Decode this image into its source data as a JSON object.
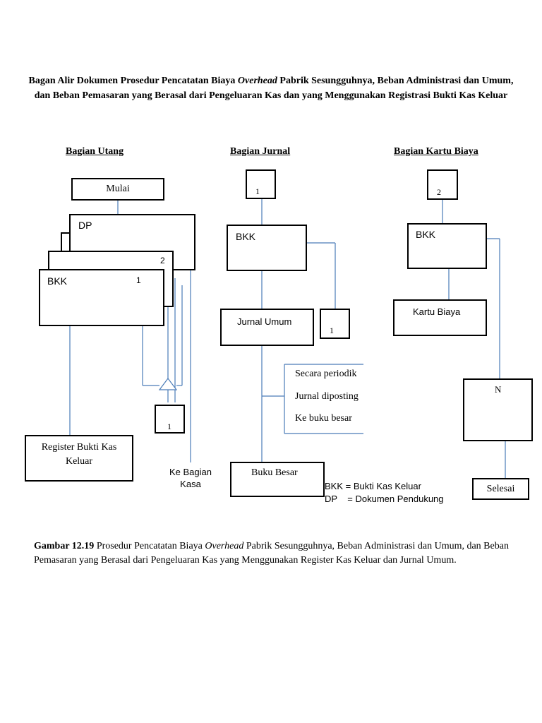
{
  "title": {
    "part1": "Bagan Alir Dokumen Prosedur Pencatatan Biaya ",
    "italic": "Overhead",
    "part2": " Pabrik Sesungguhnya, Beban Administrasi dan Umum, dan Beban Pemasaran yang Berasal dari Pengeluaran Kas dan yang Menggunakan Registrasi Bukti Kas Keluar"
  },
  "columns": {
    "utang": "Bagian Utang",
    "jurnal": "Bagian Jurnal",
    "kartu": "Bagian Kartu Biaya"
  },
  "utang": {
    "start": "Mulai",
    "doc_dp": "DP",
    "doc_copy2": "2",
    "doc_bkk": "BKK",
    "doc_copy1": "1",
    "file_connector": "1",
    "register": "Register Bukti Kas Keluar",
    "to_kasa": "Ke Bagian Kasa"
  },
  "jurnal": {
    "connector_in": "1",
    "doc_bkk": "BKK",
    "connector_out": "1",
    "jurnal_umum": "Jurnal Umum",
    "note_line1": "Secara periodik",
    "note_line2": "Jurnal diposting",
    "note_line3": "Ke buku besar",
    "buku_besar": "Buku Besar"
  },
  "kartu": {
    "connector_in": "2",
    "doc_bkk": "BKK",
    "kartu_biaya": "Kartu Biaya",
    "file_n": "N",
    "end": "Selesai"
  },
  "legend": {
    "bkk": "BKK = Bukti Kas Keluar",
    "dp": "DP    = Dokumen Pendukung"
  },
  "caption": {
    "label": "Gambar 12.19",
    "part1": " Prosedur Pencatatan Biaya ",
    "italic": "Overhead",
    "part2": " Pabrik Sesungguhnya, Beban Administrasi dan Umum, dan Beban Pemasaran yang Berasal dari Pengeluaran Kas yang Menggunakan Register Kas Keluar dan Jurnal Umum."
  },
  "colors": {
    "line": "#4a7bb7",
    "box": "#000000"
  }
}
